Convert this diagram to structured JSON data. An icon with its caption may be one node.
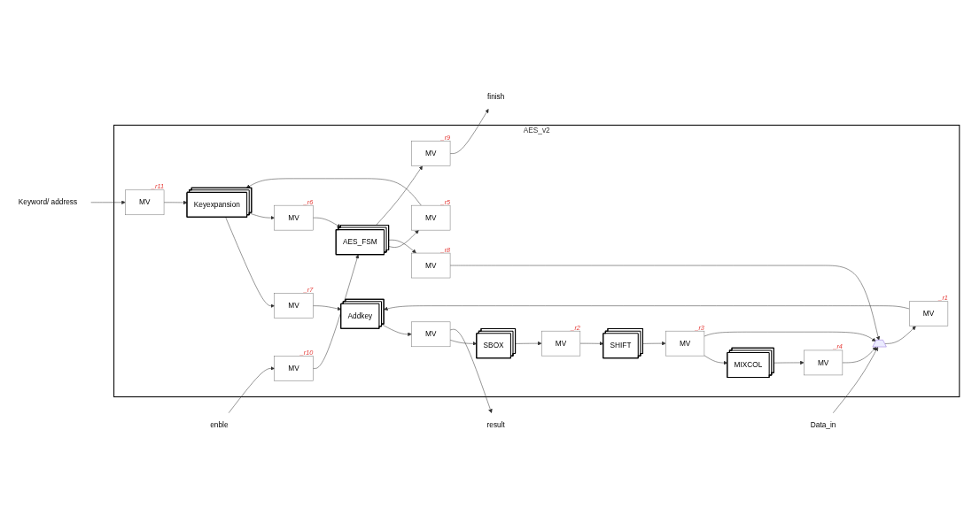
{
  "diagram": {
    "nodes": [
      {
        "text": [
          "AES_v2"
        ]
      },
      {
        "text": [
          "Keyword/ address"
        ]
      },
      {
        "text": [
          "MV"
        ],
        "in": 0,
        "beside": [
          "_r11"
        ]
      },
      {
        "text": [
          "Keyexpansion"
        ],
        "in": 0
      },
      {
        "text": [
          "MV"
        ],
        "in": 0,
        "beside": [
          "_r7"
        ]
      },
      {
        "text": [
          "Addkey"
        ],
        "in": 0
      },
      {
        "text": [
          "MV"
        ],
        "in": 0,
        "beside": [
          "_r5"
        ]
      },
      {
        "text": [
          "MV"
        ],
        "in": 0,
        "beside": [
          "_r6"
        ]
      },
      {
        "text": [
          "AES_FSM"
        ],
        "in": 0
      },
      {
        "text": [
          "MV"
        ],
        "in": 0,
        "beside": [
          "_r8"
        ]
      },
      {
        "text": [],
        "shape": "trapezoid",
        "in": 0
      },
      {
        "text": [
          "MV"
        ],
        "in": 0,
        "beside": [
          "_r1"
        ]
      },
      {
        "text": [
          "MV"
        ],
        "in": 0,
        "beside": [
          "_r9"
        ]
      },
      {
        "text": [
          "finish"
        ]
      },
      {
        "text": [
          "enble"
        ]
      },
      {
        "text": [
          "MV"
        ],
        "in": 0,
        "beside": [
          "_r10"
        ]
      },
      {
        "text": [
          "Data_in"
        ]
      },
      {
        "text": [
          "MV"
        ],
        "in": 0,
        "beside": [
          "_r4"
        ]
      },
      {
        "text": [
          "MIXCOL"
        ],
        "in": 0
      },
      {
        "text": [
          "MV"
        ],
        "in": 0
      },
      {
        "text": [
          "result"
        ]
      },
      {
        "text": [
          "SBOX"
        ],
        "in": 0
      },
      {
        "text": [
          "MV"
        ],
        "in": 0,
        "beside": [
          "_r2"
        ]
      },
      {
        "text": [
          "SHIFT"
        ],
        "in": 0
      },
      {
        "text": [
          "MV"
        ],
        "in": 0,
        "beside": [
          "_r3"
        ]
      }
    ],
    "edges": [
      {
        "from": 1,
        "to": 2,
        "arrow": "to"
      },
      {
        "from": 2,
        "to": 3,
        "arrow": "to"
      },
      {
        "from": 3,
        "to": 4,
        "arrow": "to"
      },
      {
        "from": 4,
        "to": 5,
        "arrow": "to"
      },
      {
        "from": 3,
        "to": 7,
        "arrow": "to"
      },
      {
        "from": 7,
        "to": 8,
        "arrow": "to"
      },
      {
        "from": 8,
        "to": 6,
        "arrow": "to"
      },
      {
        "from": 6,
        "to": 3,
        "arrow": "to"
      },
      {
        "from": 8,
        "to": 9,
        "arrow": "to"
      },
      {
        "from": 9,
        "to": 10,
        "arrow": "to"
      },
      {
        "from": 10,
        "to": 11,
        "arrow": "to"
      },
      {
        "from": 11,
        "to": 5,
        "arrow": "to"
      },
      {
        "from": 5,
        "to": 19,
        "arrow": "to"
      },
      {
        "from": 19,
        "to": 21,
        "arrow": "to"
      },
      {
        "from": 19,
        "to": 20,
        "arrow": "to"
      },
      {
        "from": 8,
        "to": 12,
        "arrow": "to"
      },
      {
        "from": 12,
        "to": 13,
        "arrow": "to"
      },
      {
        "from": 14,
        "to": 15,
        "arrow": "to"
      },
      {
        "from": 15,
        "to": 8,
        "arrow": "to"
      },
      {
        "from": 16,
        "to": 10,
        "arrow": "to"
      },
      {
        "from": 18,
        "to": 17,
        "arrow": "to"
      },
      {
        "from": 17,
        "to": 10,
        "arrow": "to"
      },
      {
        "from": 21,
        "to": 22,
        "arrow": "to"
      },
      {
        "from": 22,
        "to": 23,
        "arrow": "to"
      },
      {
        "from": 23,
        "to": 24,
        "arrow": "to"
      },
      {
        "from": 24,
        "to": 18,
        "arrow": "to"
      },
      {
        "from": 24,
        "to": 10,
        "arrow": "to"
      }
    ]
  }
}
